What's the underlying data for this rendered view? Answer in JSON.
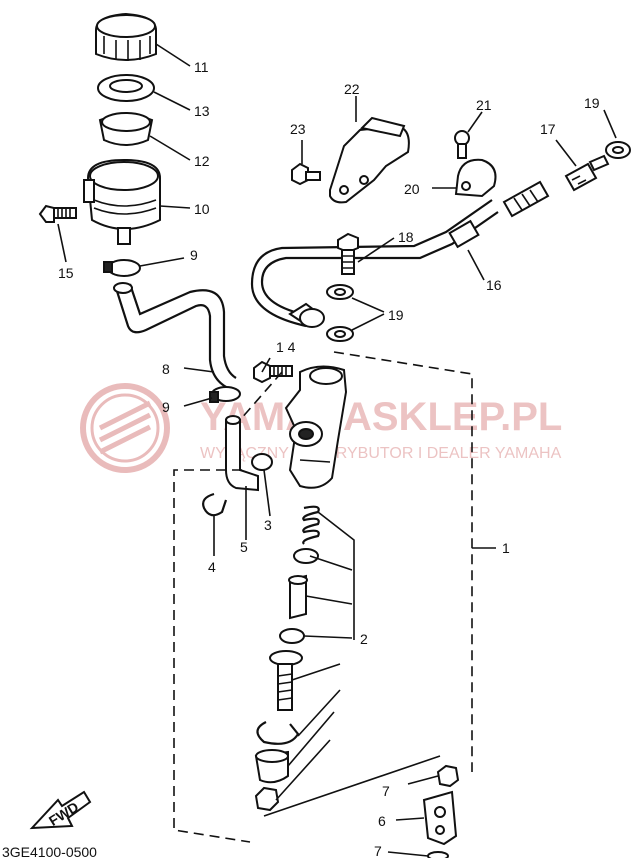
{
  "callouts": {
    "c1": "1",
    "c2": "2",
    "c3": "3",
    "c4": "4",
    "c5": "5",
    "c6": "6",
    "c7a": "7",
    "c7b": "7",
    "c8": "8",
    "c9a": "9",
    "c9b": "9",
    "c10": "10",
    "c11": "11",
    "c12": "12",
    "c13": "13",
    "c14": "1 4",
    "c15": "15",
    "c16": "16",
    "c17": "17",
    "c18": "18",
    "c19a": "19",
    "c19b": "19",
    "c20": "20",
    "c21": "21",
    "c22": "22",
    "c23": "23"
  },
  "fwd_label": "FWD",
  "footer_code": "3GE4100-0500",
  "watermark": {
    "title": "YAMAHASKLEP.PL",
    "subtitle": "WYŁĄCZNY DYSTRYBUTOR I DEALER YAMAHA",
    "color": "#e9b9b9"
  }
}
